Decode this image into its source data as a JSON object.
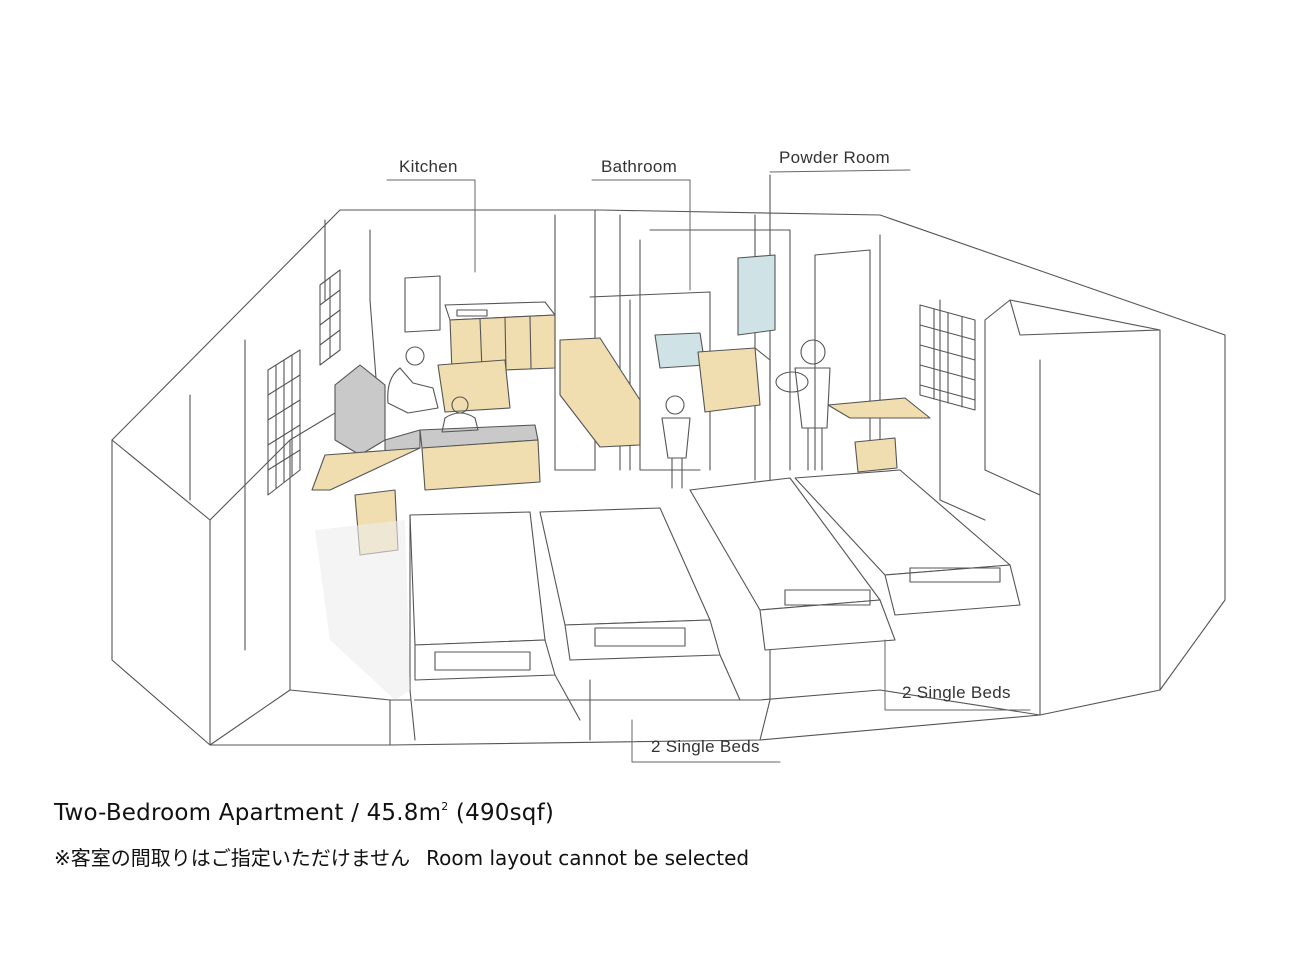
{
  "labels": {
    "kitchen": "Kitchen",
    "bathroom": "Bathroom",
    "powder_room": "Powder Room",
    "beds_left": "2 Single Beds",
    "beds_right": "2 Single Beds"
  },
  "caption": {
    "title_main": "Two-Bedroom Apartment / 45.8m",
    "title_sup": "2",
    "title_tail": " (490sqf)",
    "note_jp": "※客室の間取りはご指定いただけません",
    "note_en": "Room layout cannot be selected"
  },
  "colors": {
    "line": "#555555",
    "wood": "#f1deb0",
    "gray_sofa": "#c9c9c9",
    "glass": "#cfe3e6",
    "floor_shadow": "#ececec"
  }
}
